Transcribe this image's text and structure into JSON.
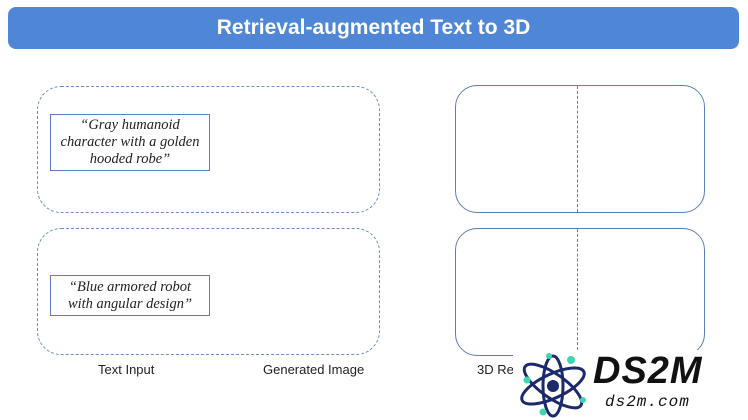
{
  "title": "Retrieval-augmented Text to 3D",
  "rows": [
    {
      "prompt": "“Gray humanoid character with a golden hooded robe”"
    },
    {
      "prompt": "“Blue armored robot with angular design”"
    }
  ],
  "labels": {
    "text_input": "Text Input",
    "generated_image": "Generated Image",
    "three_d": "3D Re"
  },
  "logo": {
    "name": "DS2M",
    "site": "ds2m.com"
  },
  "colors": {
    "title_bar": "#4f86d6",
    "border": "#5b7fb8"
  }
}
